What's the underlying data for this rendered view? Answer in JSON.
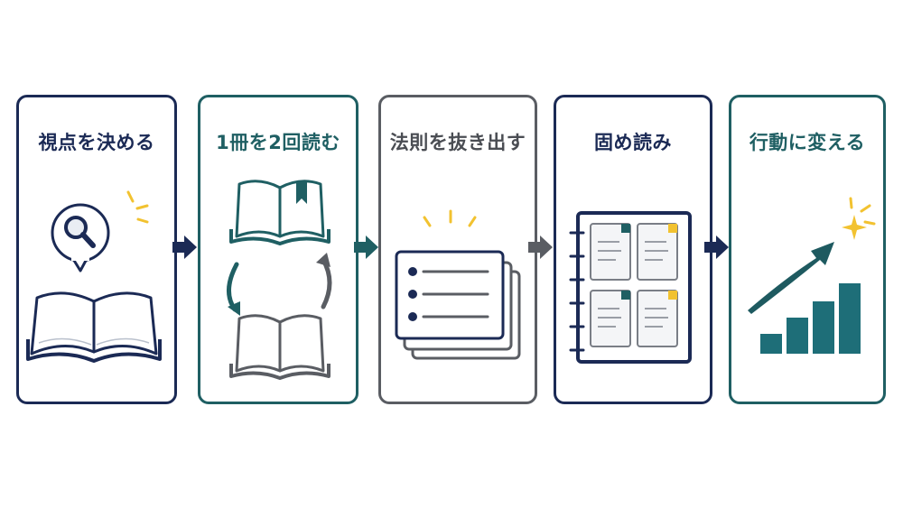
{
  "steps": [
    {
      "title": "視点を決める",
      "icon": "book-with-magnifier-icon",
      "color": "#1b2a55"
    },
    {
      "title": "1冊を2回読む",
      "icon": "read-twice-books-icon",
      "color": "#1f5f63"
    },
    {
      "title": "法則を抜き出す",
      "icon": "extracted-list-cards-icon",
      "color": "#5a5d63"
    },
    {
      "title": "固め読み",
      "icon": "notebook-notes-icon",
      "color": "#1b2a55"
    },
    {
      "title": "行動に変える",
      "icon": "growth-chart-icon",
      "color": "#1f5f63"
    }
  ],
  "colors": {
    "navy": "#1b2a55",
    "teal": "#1f5f63",
    "gray": "#5a5d63",
    "accent_yellow": "#f2c230",
    "chart_teal": "#1e6e78"
  }
}
